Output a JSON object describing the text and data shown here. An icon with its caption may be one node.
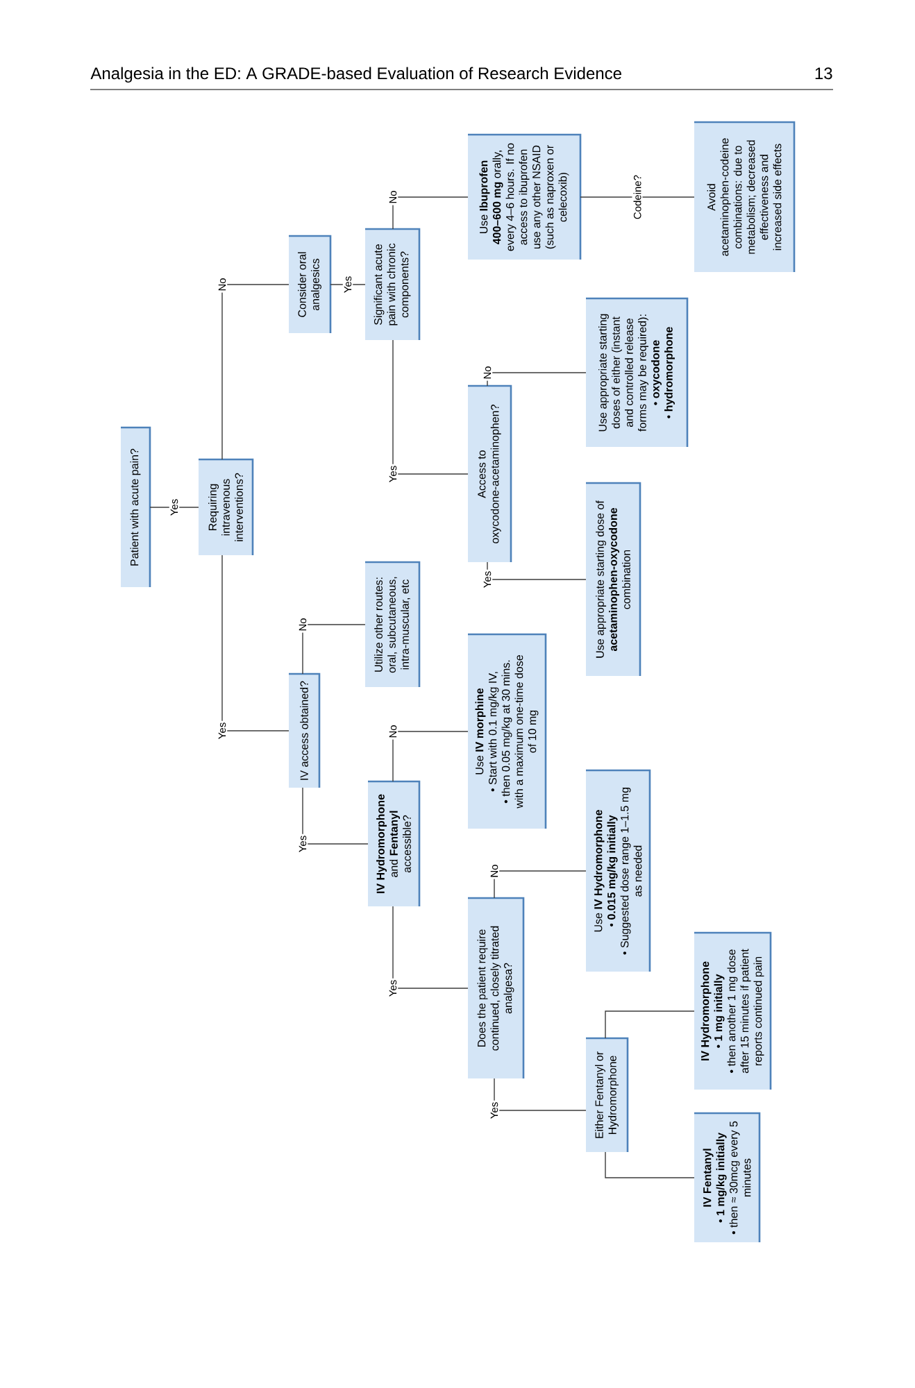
{
  "diagram": {
    "nodes": [
      {
        "text": [
          "Patient with acute pain?"
        ]
      },
      {
        "text": [
          "Requiring intravenous interventions?"
        ]
      },
      {
        "text": [
          "IV access obtained?"
        ]
      },
      {
        "text": [
          "Consider oral analgesics"
        ]
      },
      {
        "text": [
          "**IV Hydromorphone** and **Fentanyl** accessible?"
        ]
      },
      {
        "text": [
          "Utilize other routes: oral, subcutaneous, intra-muscular, etc"
        ]
      },
      {
        "text": [
          "Significant acute pain with chronic components?"
        ]
      },
      {
        "text": [
          "Does the patient require continued, closely titrated analgesa?"
        ]
      },
      {
        "text": [
          "Use **IV morphine**",
          "• Start with 0.1 mg/kg IV,",
          "• then 0.05 mg/kg at 30 mins. with a maximum one-time dose of 10 mg"
        ]
      },
      {
        "text": [
          "Access to oxycodone-acetaminophen?"
        ]
      },
      {
        "text": [
          "Use **Ibuprofen 400–600 mg** orally, every 4–6 hours. If no access to ibuprofen use any other NSAID (such as naproxen or celecoxib)"
        ]
      },
      {
        "text": [
          "Either Fentanyl or Hydromorphone"
        ]
      },
      {
        "text": [
          "Use **IV Hydromorphone**",
          "• **0.015 mg/kg initially**",
          "• Suggested dose range 1–1.5 mg as needed"
        ]
      },
      {
        "text": [
          "Use appropriate starting dose of **acetaminophen-oxycodone** combination"
        ]
      },
      {
        "text": [
          "Use appropriate starting doses of either (instant and controlled release forms may be required):",
          "• **oxycodone**",
          "• **hydromorphone**"
        ]
      },
      {
        "text": [
          "IV Fentanyl",
          "• **1 mg/kg initially**",
          "• then ≈ 30mcg every 5 minutes"
        ]
      },
      {
        "text": [
          "IV Hydromorphone",
          "• **1 mg initially**",
          "• then another 1 mg dose after 15 minutes if patient reports continued pain"
        ]
      },
      {
        "text": [
          "Avoid acetaminophen-codeine combinations: due to metabolism; decreased effectiveness and increased side effects"
        ]
      }
    ],
    "edges": [
      {
        "from": 0,
        "to": 1,
        "arrow": "none",
        "label": "Yes"
      },
      {
        "from": 1,
        "to": 2,
        "arrow": "none",
        "label": "Yes"
      },
      {
        "from": 1,
        "to": 3,
        "arrow": "none",
        "label": "No"
      },
      {
        "from": 2,
        "to": 4,
        "arrow": "none",
        "label": "Yes"
      },
      {
        "from": 2,
        "to": 5,
        "arrow": "none",
        "label": "No"
      },
      {
        "from": 3,
        "to": 6,
        "arrow": "none",
        "label": "Yes"
      },
      {
        "from": 4,
        "to": 7,
        "arrow": "none",
        "label": "Yes"
      },
      {
        "from": 4,
        "to": 8,
        "arrow": "none",
        "label": "No"
      },
      {
        "from": 6,
        "to": 9,
        "arrow": "none",
        "label": "Yes"
      },
      {
        "from": 6,
        "to": 10,
        "arrow": "none",
        "label": "No"
      },
      {
        "from": 7,
        "to": 11,
        "arrow": "none",
        "label": "Yes"
      },
      {
        "from": 7,
        "to": 12,
        "arrow": "none",
        "label": "No"
      },
      {
        "from": 9,
        "to": 13,
        "arrow": "none",
        "label": "Yes"
      },
      {
        "from": 9,
        "to": 14,
        "arrow": "none",
        "label": "No"
      },
      {
        "from": 10,
        "to": 17,
        "arrow": "none",
        "label": "Codeine?"
      },
      {
        "from": 11,
        "to": 15,
        "arrow": "none"
      },
      {
        "from": 11,
        "to": 16,
        "arrow": "none"
      }
    ],
    "labels": [
      "Analgesia in the ED: A GRADE-based Evaluation of Research Evidence",
      "13"
    ]
  }
}
